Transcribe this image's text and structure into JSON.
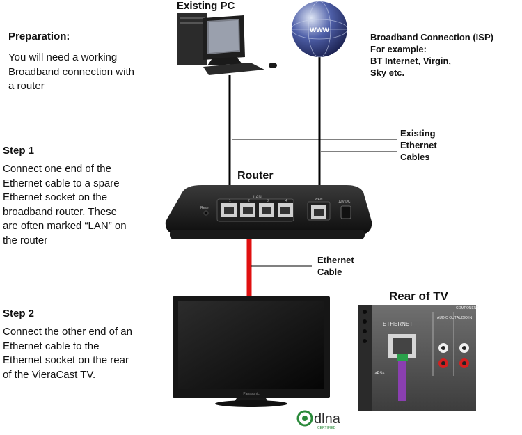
{
  "preparation": {
    "heading": "Preparation:",
    "body": [
      "You will need a working",
      "Broadband connection with",
      "a router"
    ]
  },
  "step1": {
    "heading": "Step 1",
    "body": [
      "Connect one end of the",
      "Ethernet cable to a spare",
      "Ethernet  socket on the",
      "broadband router. These",
      "are often marked  “LAN” on",
      "the router"
    ]
  },
  "step2": {
    "heading": "Step 2",
    "body": [
      "Connect the other end of an",
      "Ethernet cable to the",
      "Ethernet  socket on the rear",
      "of the VieraCast TV."
    ]
  },
  "labels": {
    "existing_pc": "Existing PC",
    "broadband": [
      "Broadband Connection (ISP)",
      "For example:",
      "BT Internet, Virgin,",
      "Sky etc."
    ],
    "existing_cables": [
      "Existing",
      "Ethernet",
      "Cables"
    ],
    "router": "Router",
    "ethernet_cable": [
      "Ethernet",
      "Cable"
    ],
    "rear_of_tv": "Rear of TV"
  },
  "globe_text": "www",
  "router_panel": {
    "reset": "Reset",
    "lan": "LAN",
    "wan": "WAN",
    "power": "12V DC",
    "ports": [
      "1",
      "2",
      "3",
      "4"
    ]
  },
  "tv_brand": "Panasonic",
  "tv_rear_panel": {
    "ethernet": "ETHERNET",
    "audio_out": "AUDIO OUT",
    "audio_in": "AUDIO IN",
    "component": "COMPONENT",
    "ps": ">PS<"
  },
  "logo": {
    "name": "dlna",
    "sub": "CERTIFIED"
  },
  "colors": {
    "ethernet_cable_red": "#e01010",
    "cable_black": "#000000",
    "purple_cable": "#8a3fb0"
  }
}
